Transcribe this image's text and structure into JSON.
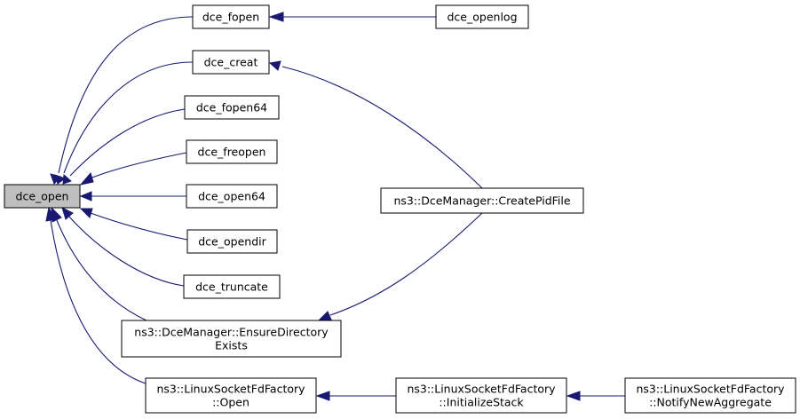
{
  "graph": {
    "nodes": {
      "dce_open": [
        "dce_open"
      ],
      "dce_fopen": [
        "dce_fopen"
      ],
      "dce_openlog": [
        "dce_openlog"
      ],
      "dce_creat": [
        "dce_creat"
      ],
      "dce_fopen64": [
        "dce_fopen64"
      ],
      "dce_freopen": [
        "dce_freopen"
      ],
      "dce_open64": [
        "dce_open64"
      ],
      "dce_opendir": [
        "dce_opendir"
      ],
      "dce_truncate": [
        "dce_truncate"
      ],
      "ensure_dir": [
        "ns3::DceManager::EnsureDirectory",
        "Exists"
      ],
      "create_pid": [
        "ns3::DceManager::CreatePidFile"
      ],
      "lsf_open": [
        "ns3::LinuxSocketFdFactory",
        "::Open"
      ],
      "lsf_init": [
        "ns3::LinuxSocketFdFactory",
        "::InitializeStack"
      ],
      "lsf_notify": [
        "ns3::LinuxSocketFdFactory",
        "::NotifyNewAggregate"
      ]
    },
    "edges": [
      {
        "from": "dce_fopen",
        "to": "dce_open"
      },
      {
        "from": "dce_creat",
        "to": "dce_open"
      },
      {
        "from": "dce_fopen64",
        "to": "dce_open"
      },
      {
        "from": "dce_freopen",
        "to": "dce_open"
      },
      {
        "from": "dce_open64",
        "to": "dce_open"
      },
      {
        "from": "dce_opendir",
        "to": "dce_open"
      },
      {
        "from": "dce_truncate",
        "to": "dce_open"
      },
      {
        "from": "ensure_dir",
        "to": "dce_open"
      },
      {
        "from": "lsf_open",
        "to": "dce_open"
      },
      {
        "from": "dce_openlog",
        "to": "dce_fopen"
      },
      {
        "from": "create_pid",
        "to": "dce_creat"
      },
      {
        "from": "create_pid",
        "to": "ensure_dir"
      },
      {
        "from": "lsf_init",
        "to": "lsf_open"
      },
      {
        "from": "lsf_notify",
        "to": "lsf_init"
      }
    ],
    "colors": {
      "edge": "#191970",
      "root_fill": "#bfbfbf",
      "node_fill": "#ffffff",
      "node_stroke": "#000000"
    }
  }
}
